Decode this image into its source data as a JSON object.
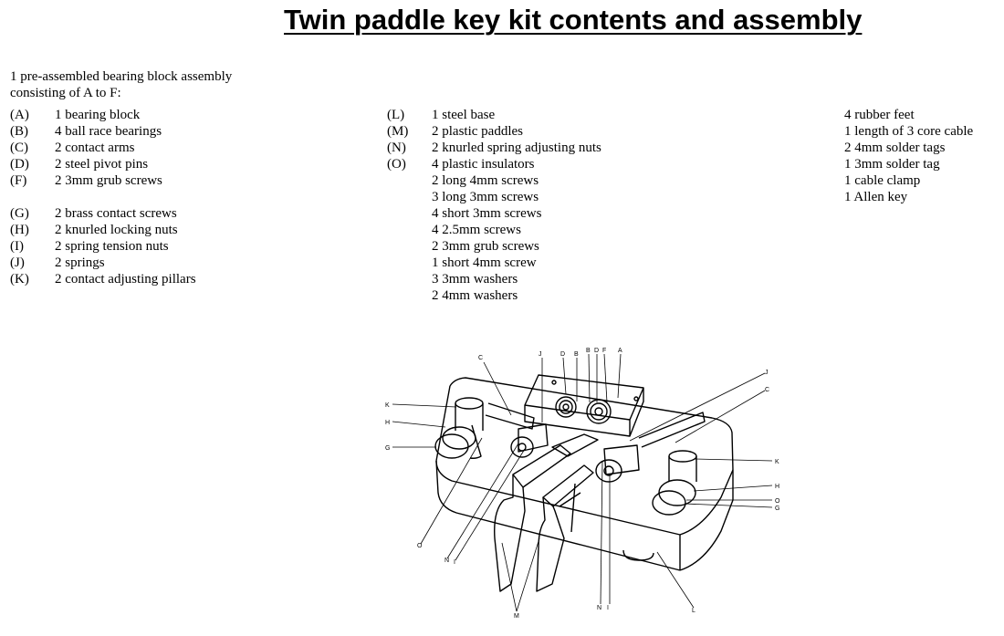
{
  "title": "Twin paddle key kit contents and assembly",
  "intro": [
    "1 pre-assembled bearing block assembly",
    "consisting of A to F:"
  ],
  "col1_group1": [
    {
      "code": "(A)",
      "text": "1 bearing block"
    },
    {
      "code": "(B)",
      "text": "4 ball race bearings"
    },
    {
      "code": "(C)",
      "text": "2 contact arms"
    },
    {
      "code": "(D)",
      "text": "2 steel pivot pins"
    },
    {
      "code": "(F)",
      "text": "2 3mm grub screws"
    }
  ],
  "col1_group2": [
    {
      "code": "(G)",
      "text": "2 brass contact screws"
    },
    {
      "code": "(H)",
      "text": "2 knurled locking nuts"
    },
    {
      "code": "(I)",
      "text": "2 spring tension nuts"
    },
    {
      "code": "(J)",
      "text": "2 springs"
    },
    {
      "code": "(K)",
      "text": "2 contact adjusting pillars"
    }
  ],
  "col2": [
    {
      "code": "(L)",
      "text": "1 steel base"
    },
    {
      "code": "(M)",
      "text": "2 plastic paddles"
    },
    {
      "code": "(N)",
      "text": "2 knurled spring adjusting nuts"
    },
    {
      "code": "(O)",
      "text": "4 plastic insulators"
    },
    {
      "code": "",
      "text": "2 long 4mm screws"
    },
    {
      "code": "",
      "text": "3 long 3mm screws"
    },
    {
      "code": "",
      "text": "4 short 3mm screws"
    },
    {
      "code": "",
      "text": "4 2.5mm screws"
    },
    {
      "code": "",
      "text": "2 3mm grub screws"
    },
    {
      "code": "",
      "text": "1 short 4mm screw"
    },
    {
      "code": "",
      "text": "3 3mm washers"
    },
    {
      "code": "",
      "text": "2 4mm washers"
    }
  ],
  "col3": [
    "4 rubber feet",
    "1 length of 3 core cable",
    "2 4mm solder tags",
    "1 3mm solder tag",
    "1 cable clamp",
    "1 Allen key"
  ],
  "diagram_labels": {
    "top": [
      "C",
      "J",
      "D",
      "B",
      "B",
      "D",
      "F",
      "A",
      "J",
      "C"
    ],
    "left": [
      "K",
      "H",
      "G",
      "O",
      "N",
      "I"
    ],
    "right": [
      "K",
      "H",
      "O",
      "G",
      "L"
    ],
    "bottom": [
      "M",
      "N",
      "I"
    ]
  }
}
